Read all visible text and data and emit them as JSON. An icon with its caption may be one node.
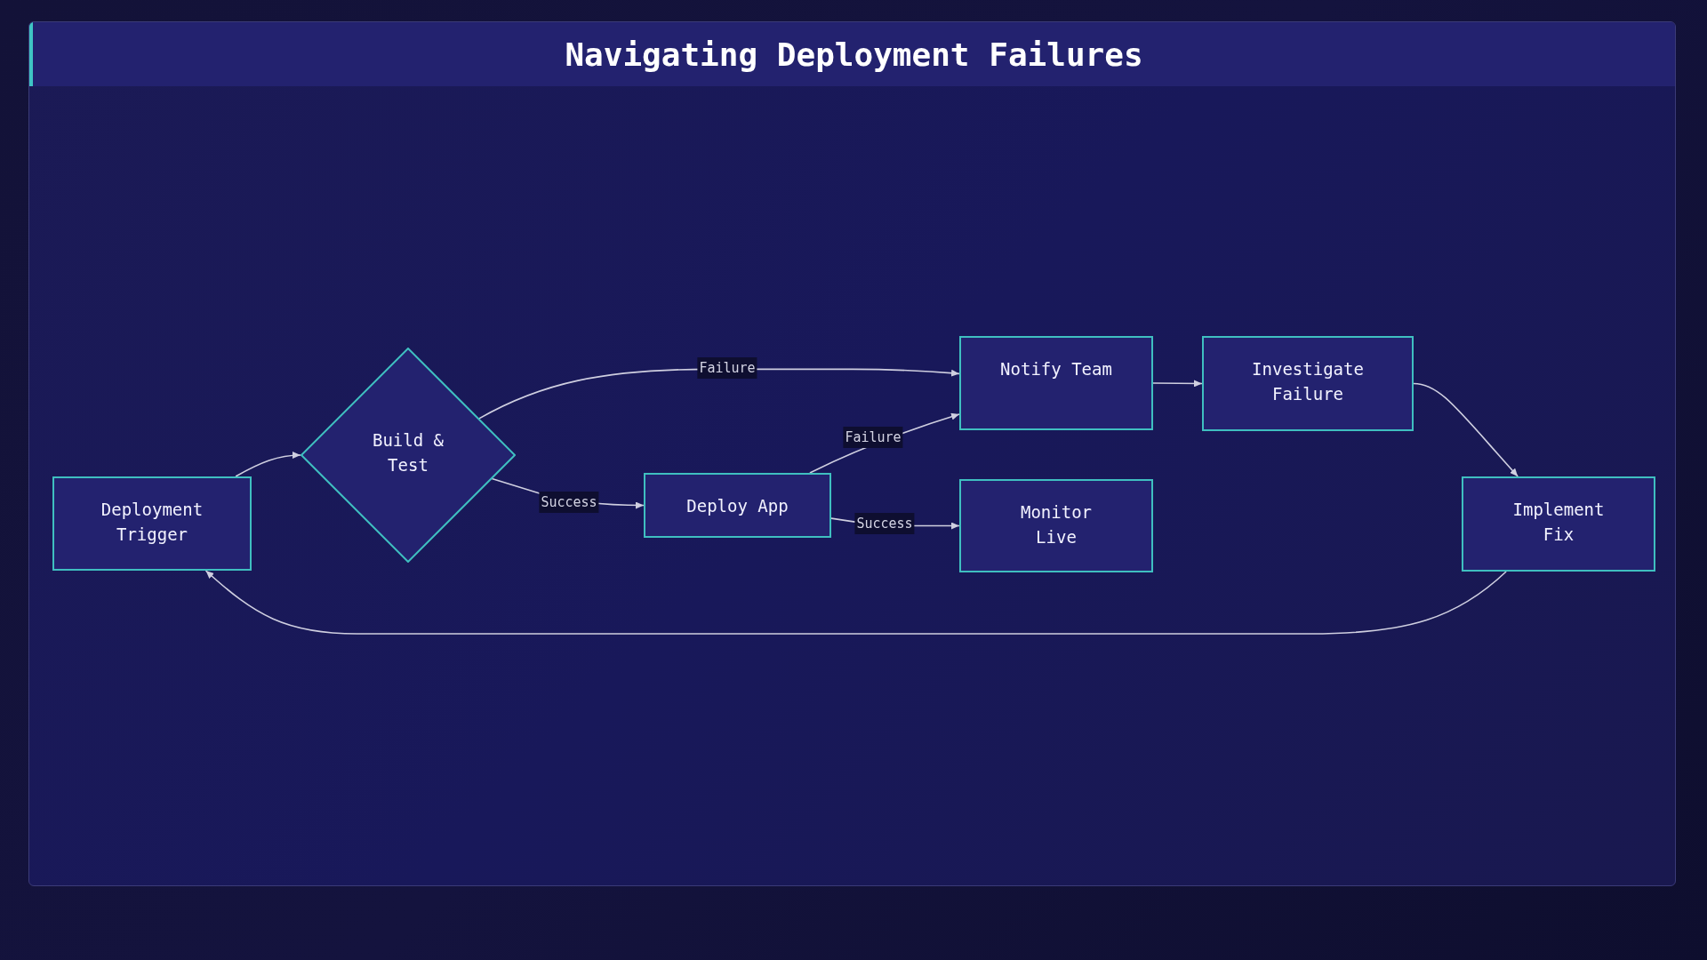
{
  "diagram": {
    "title": "Navigating Deployment Failures",
    "nodes": [
      {
        "text": [
          "Deployment Trigger"
        ]
      },
      {
        "text": [
          "Build & Test"
        ]
      },
      {
        "text": [
          "Deploy App"
        ]
      },
      {
        "text": [
          "Notify Team"
        ]
      },
      {
        "text": [
          "Monitor Live"
        ]
      },
      {
        "text": [
          "Investigate Failure"
        ]
      },
      {
        "text": [
          "Implement Fix"
        ]
      }
    ],
    "edges": [
      {
        "from": 0,
        "to": 1,
        "arrow": "to"
      },
      {
        "from": 1,
        "to": 3,
        "label": "Failure",
        "arrow": "to"
      },
      {
        "from": 1,
        "to": 2,
        "label": "Success",
        "arrow": "to"
      },
      {
        "from": 2,
        "to": 3,
        "label": "Failure",
        "arrow": "to"
      },
      {
        "from": 2,
        "to": 4,
        "label": "Success",
        "arrow": "to"
      },
      {
        "from": 3,
        "to": 5,
        "arrow": "to"
      },
      {
        "from": 5,
        "to": 6,
        "arrow": "to"
      },
      {
        "from": 6,
        "to": 0,
        "arrow": "to"
      }
    ]
  }
}
